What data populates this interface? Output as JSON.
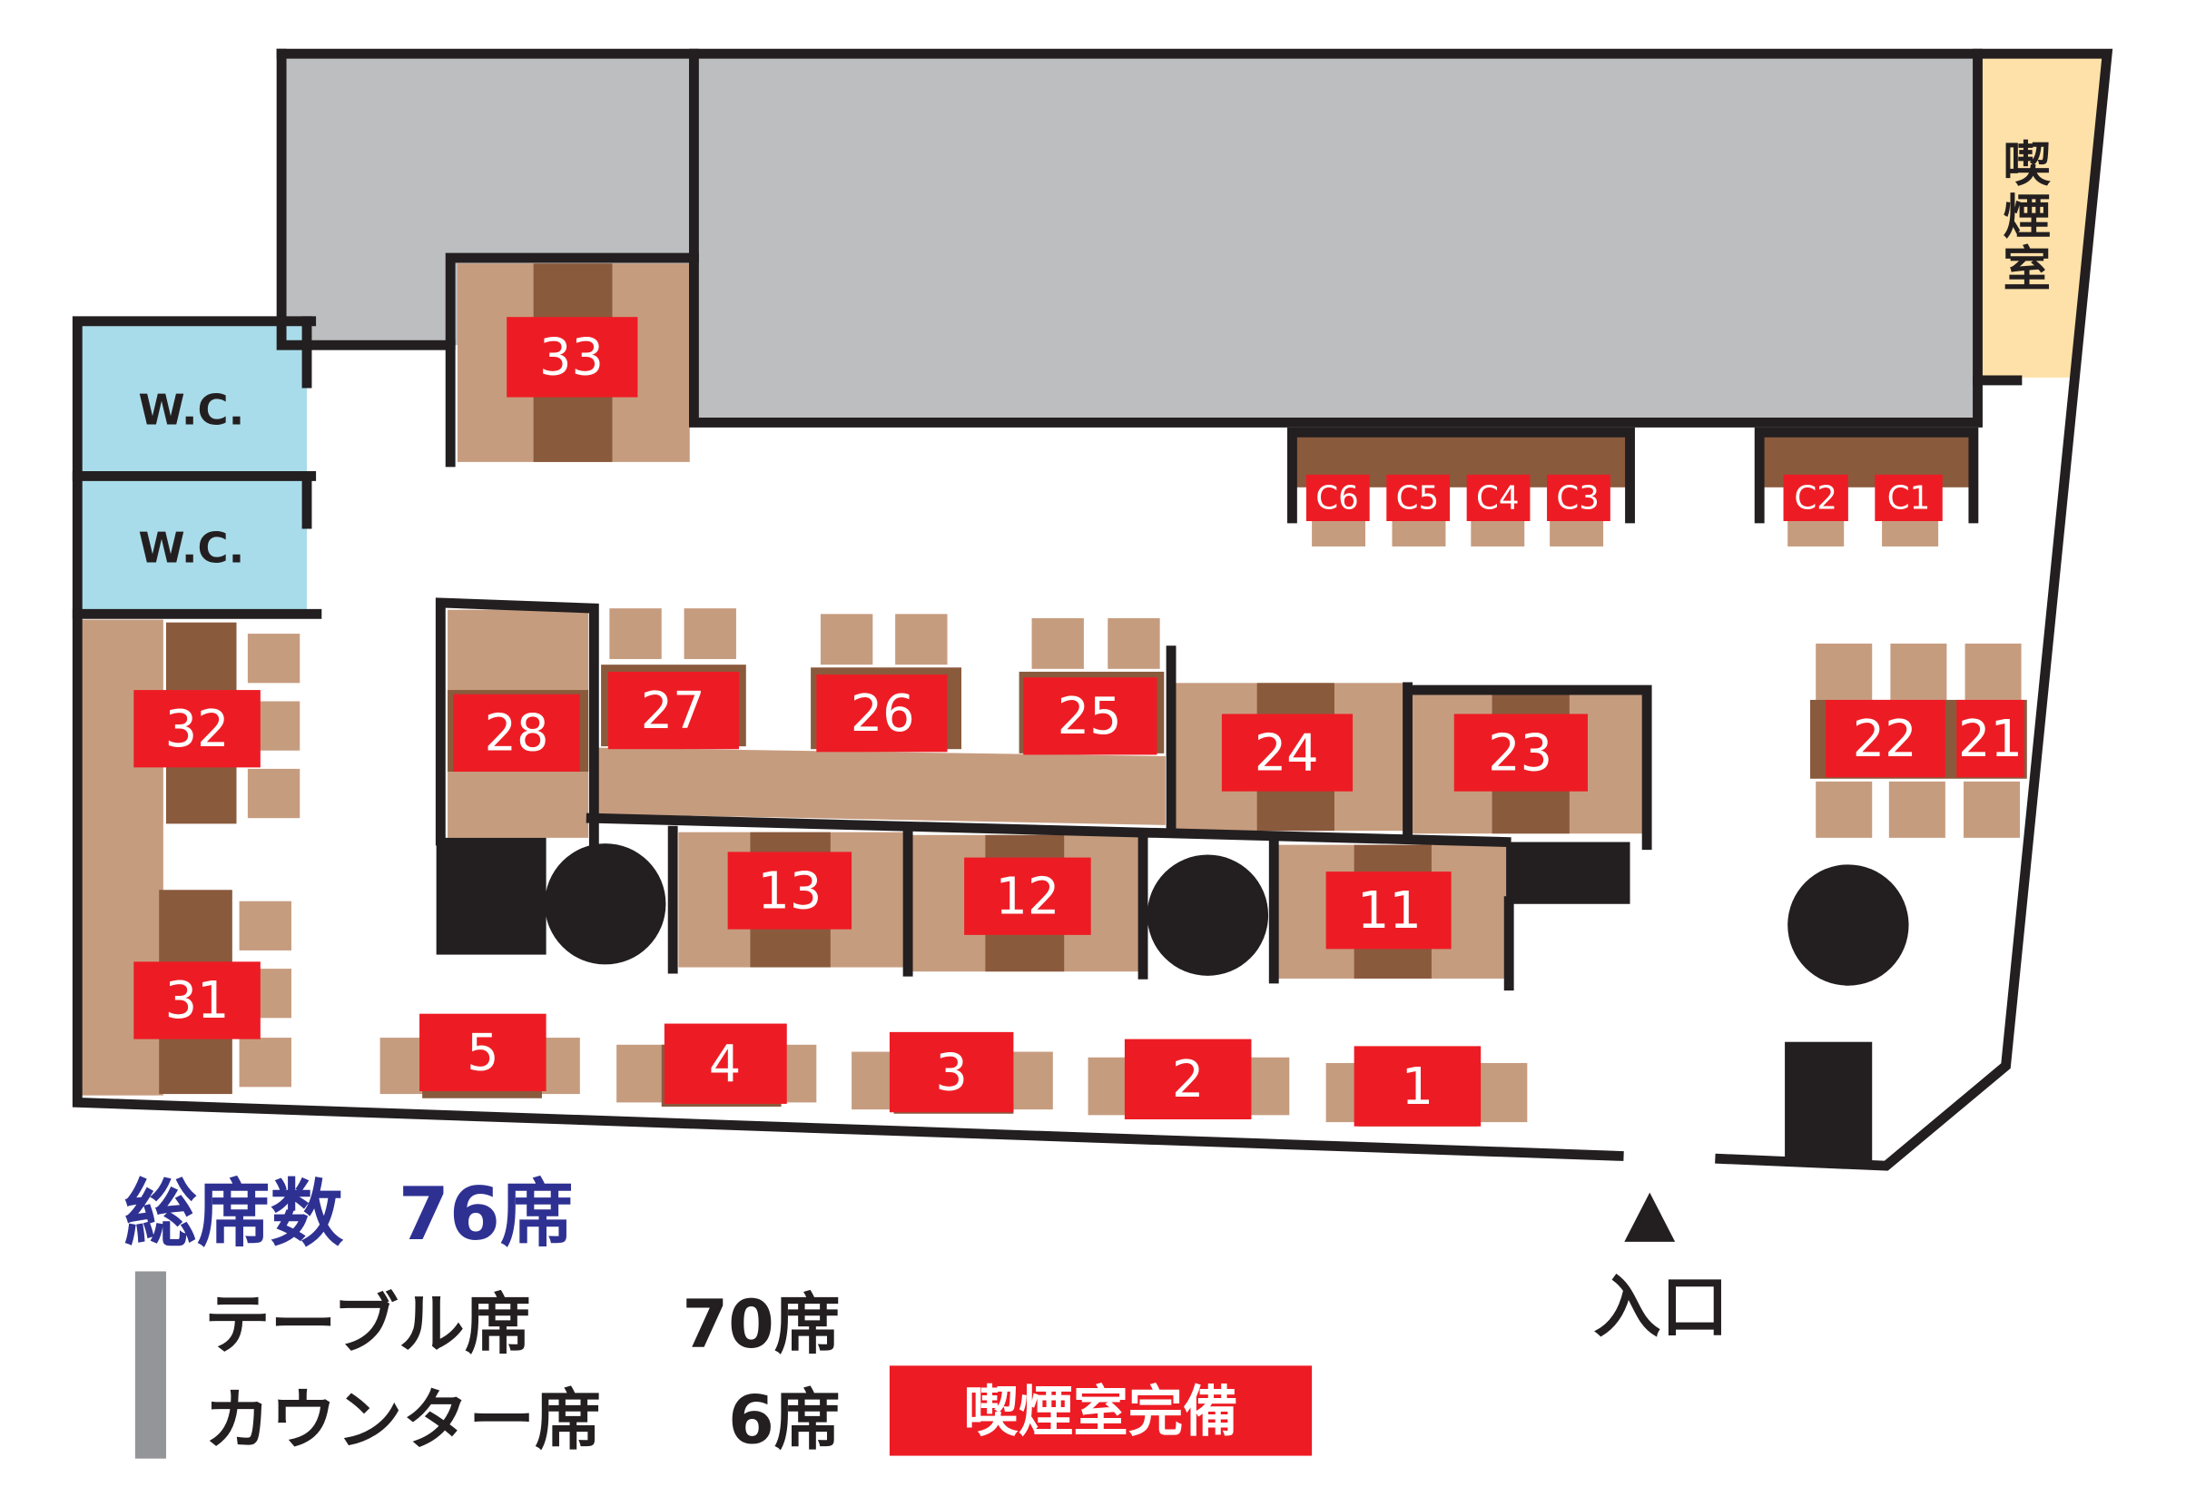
{
  "colors": {
    "wall": "#231f20",
    "storage_gray": "#bcbec0",
    "seat_tan": "#c69c7f",
    "table_brown": "#8a5a3d",
    "label_red": "#ed1c24",
    "label_text": "#ffffff",
    "wc_blue": "#a9dcea",
    "smoking_room_peach": "#fee1a8",
    "total_navy": "#2e3192",
    "legend_bar_gray": "#939598"
  },
  "rooms": {
    "wc_upper": "W.C.",
    "wc_lower": "W.C.",
    "smoking_room": "喫煙室"
  },
  "tables": [
    "33",
    "32",
    "31",
    "28",
    "27",
    "26",
    "25",
    "24",
    "23",
    "22",
    "21",
    "13",
    "12",
    "11",
    "5",
    "4",
    "3",
    "2",
    "1"
  ],
  "counter_seats": [
    "C6",
    "C5",
    "C4",
    "C3",
    "C2",
    "C1"
  ],
  "entrance": {
    "label": "入口",
    "icon": "up-triangle-icon"
  },
  "legend": {
    "total_label": "総席数",
    "total_value": "76席",
    "table_seats_label": "テーブル席",
    "table_seats_value": "70席",
    "counter_seats_label": "カウンター席",
    "counter_seats_value": "6席",
    "smoking_badge": "喫煙室完備"
  }
}
